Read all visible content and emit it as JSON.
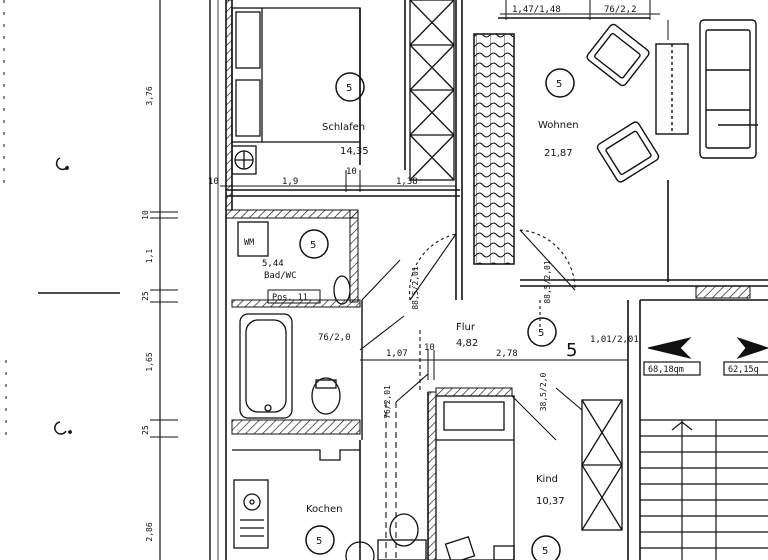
{
  "rooms": {
    "schlafen": {
      "name": "Schlafen",
      "area": "14,35",
      "mark": "5"
    },
    "wohnen": {
      "name": "Wohnen",
      "area": "21,87",
      "mark": "5"
    },
    "bad": {
      "name": "Bad/WC",
      "area": "5,44",
      "mark": "5",
      "pos": "Pos. 11",
      "wm": "WM"
    },
    "flur": {
      "name": "Flur",
      "area": "4,82",
      "mark": "5"
    },
    "kind": {
      "name": "Kind",
      "area": "10,37",
      "mark": "5"
    },
    "kochen": {
      "name": "Kochen",
      "mark": "5"
    },
    "hall_mark": "5"
  },
  "dimensions": {
    "top_window_left": "1,47/1,48",
    "top_window_right": "76/2,2",
    "d10_left": "10",
    "d1_9": "1,9",
    "d10_mid": "10",
    "d1_38": "1,38",
    "door_bath": "76/2,0",
    "d1_07": "1,07",
    "d10_flur": "10",
    "d2_78": "2,78",
    "door_entry": "1,01/2,01",
    "door_v1": "88,5/2,01",
    "door_v2": "88,5/2,01",
    "door_v3": "76/2,01",
    "door_v4": "38,5/2,0",
    "vertical": [
      "3,76",
      "10",
      "1,1",
      "25",
      "1,65",
      "25",
      "2,86"
    ]
  },
  "areas": {
    "left": "68,18qm",
    "right": "62,15q"
  }
}
